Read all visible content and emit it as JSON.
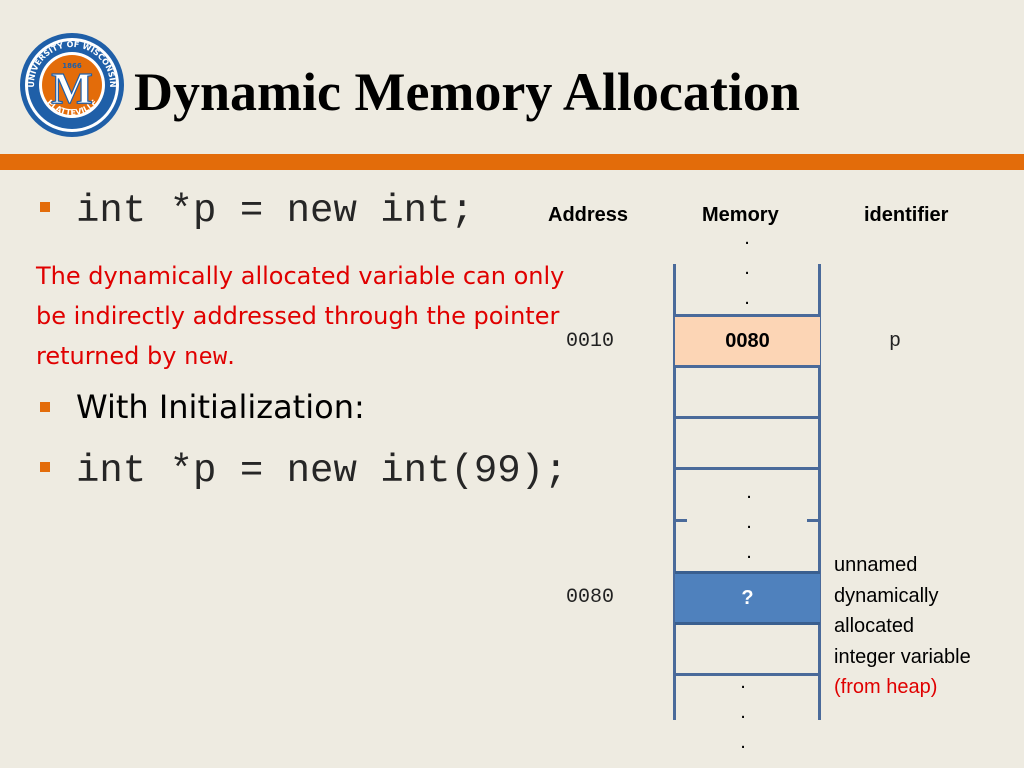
{
  "header": {
    "title": "Dynamic Memory Allocation",
    "logo": {
      "icon": "university-seal-icon",
      "ring_text_top": "UNIVERSITY OF WISCONSIN",
      "ring_text_bottom": "PLATTEVILLE",
      "year": "1866",
      "letter": "M"
    }
  },
  "content": {
    "bullet1_code": "int *p = new int;",
    "note_text": "The dynamically allocated variable can only be indirectly addressed through the pointer returned by ",
    "note_code": "new",
    "note_end": ".",
    "bullet2_text": "With Initialization:",
    "bullet3_code": "int *p = new int(99);"
  },
  "table": {
    "header_address": "Address",
    "header_memory": "Memory",
    "header_identifier": "identifier",
    "dot": ".",
    "row_p": {
      "address": "0010",
      "value": "0080",
      "identifier": "p"
    },
    "row_heap": {
      "address": "0080",
      "value": "?"
    },
    "heap_desc": {
      "line1": "unnamed",
      "line2": "dynamically",
      "line3": "allocated",
      "line4": "integer variable",
      "line5": "(from heap)"
    }
  },
  "colors": {
    "accent": "#e36c0a",
    "pointer_cell": "#fcd5b5",
    "heap_cell": "#4f81bd",
    "note_text": "#e00000"
  }
}
